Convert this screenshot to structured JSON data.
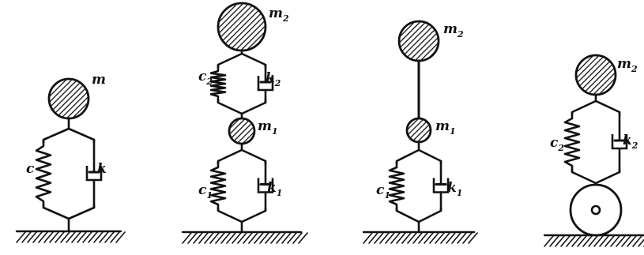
{
  "models": [
    {
      "masses": [
        {
          "symbol": "m",
          "subscript": ""
        }
      ],
      "springs": [
        {
          "symbol": "c",
          "subscript": ""
        }
      ],
      "dampers": [
        {
          "symbol": "k",
          "subscript": ""
        }
      ],
      "rigid_link": false,
      "wheel": false
    },
    {
      "masses": [
        {
          "symbol": "m",
          "subscript": "1"
        },
        {
          "symbol": "m",
          "subscript": "2"
        }
      ],
      "springs": [
        {
          "symbol": "c",
          "subscript": "1"
        },
        {
          "symbol": "c",
          "subscript": "2"
        }
      ],
      "dampers": [
        {
          "symbol": "k",
          "subscript": "1"
        },
        {
          "symbol": "k",
          "subscript": "2"
        }
      ],
      "rigid_link": false,
      "wheel": false
    },
    {
      "masses": [
        {
          "symbol": "m",
          "subscript": "1"
        },
        {
          "symbol": "m",
          "subscript": "2"
        }
      ],
      "springs": [
        {
          "symbol": "c",
          "subscript": "1"
        }
      ],
      "dampers": [
        {
          "symbol": "k",
          "subscript": "1"
        }
      ],
      "rigid_link": true,
      "wheel": false
    },
    {
      "masses": [
        {
          "symbol": "m",
          "subscript": "2"
        }
      ],
      "springs": [
        {
          "symbol": "c",
          "subscript": "2"
        }
      ],
      "dampers": [
        {
          "symbol": "k",
          "subscript": "2"
        }
      ],
      "rigid_link": false,
      "wheel": true
    }
  ],
  "colors": {
    "ink": "#111111",
    "background": "#ffffff"
  }
}
